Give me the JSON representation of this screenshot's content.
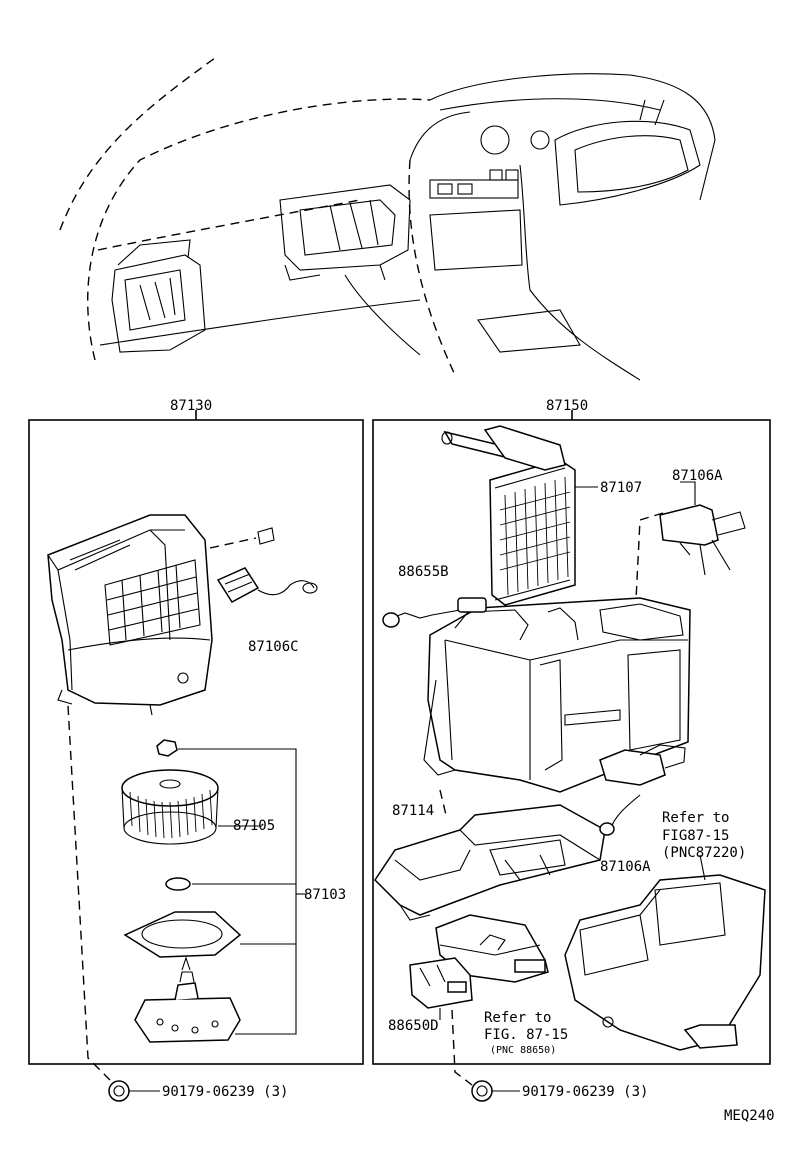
{
  "groups": {
    "left_header": "87130",
    "right_header": "87150"
  },
  "parts": {
    "p87106C": "87106C",
    "p87105": "87105",
    "p87103": "87103",
    "p87107": "87107",
    "p87106A_top": "87106A",
    "p88655B": "88655B",
    "p87114": "87114",
    "p87106A_bottom": "87106A",
    "p88650D": "88650D",
    "bolt_left": "90179-06239 (3)",
    "bolt_right": "90179-06239 (3)"
  },
  "refs": {
    "ref1_line1": "Refer to",
    "ref1_line2": "FIG87-15",
    "ref1_line3": "(PNC87220)",
    "ref2_line1": "Refer to",
    "ref2_line2": "FIG. 87-15",
    "ref2_line3": "(PNC 88650)"
  },
  "diagram_code": "MEQ240",
  "icons": [
    "dashboard-overview-drawing",
    "blower-unit-drawing",
    "evaporator-unit-drawing"
  ]
}
